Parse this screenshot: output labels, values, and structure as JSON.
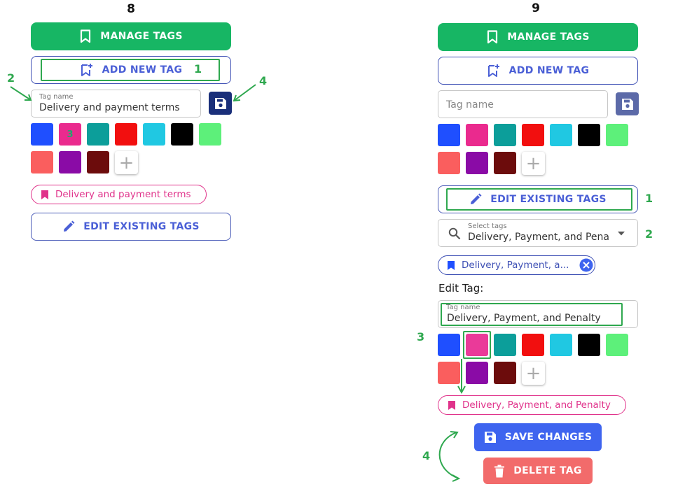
{
  "left_panel": {
    "step": "8",
    "manage_tags_label": "MANAGE TAGS",
    "add_new_tag_label": "ADD NEW TAG",
    "tag_name_label": "Tag name",
    "tag_name_value": "Delivery and payment terms",
    "swatch_colors": [
      "#1f4fff",
      "#ea2a8e",
      "#0c9e9a",
      "#f20f0f",
      "#20c8e2",
      "#000000",
      "#5df07a",
      "#fa5e5e",
      "#8a0ba6",
      "#6c0c0c"
    ],
    "selected_swatch_marker": "3",
    "chip_label": "Delivery and payment terms",
    "edit_existing_label": "EDIT EXISTING TAGS",
    "annotations": {
      "a1": "1",
      "a2": "2",
      "a4": "4"
    }
  },
  "right_panel": {
    "step": "9",
    "manage_tags_label": "MANAGE TAGS",
    "add_new_tag_label": "ADD NEW TAG",
    "tag_name_placeholder": "Tag name",
    "swatch_colors": [
      "#1f4fff",
      "#ea2a8e",
      "#0c9e9a",
      "#f20f0f",
      "#20c8e2",
      "#000000",
      "#5df07a",
      "#fa5e5e",
      "#8a0ba6",
      "#6c0c0c"
    ],
    "edit_existing_label": "EDIT EXISTING TAGS",
    "select_label": "Select tags",
    "select_value": "Delivery, Payment, and Pena",
    "selected_chip_label": "Delivery, Payment, a...",
    "edit_tag_heading": "Edit Tag:",
    "edit_tag_name_label": "Tag name",
    "edit_tag_name_value": "Delivery, Payment, and Penalty",
    "edit_swatch_colors": [
      "#1f4fff",
      "#ea3a99",
      "#0c9e9a",
      "#f20f0f",
      "#20c8e2",
      "#000000",
      "#5df07a",
      "#fa5e5e",
      "#8a0ba6",
      "#6c0c0c"
    ],
    "result_chip_label": "Delivery, Payment, and Penalty",
    "save_changes_label": "SAVE CHANGES",
    "delete_tag_label": "DELETE TAG",
    "annotations": {
      "a1": "1",
      "a2": "2",
      "a3": "3",
      "a4": "4"
    }
  },
  "icons": [
    "bookmark-icon",
    "bookmark-plus-icon",
    "save-icon",
    "pencil-icon",
    "search-icon",
    "dropdown-arrow-icon",
    "close-circle-icon",
    "trash-icon",
    "plus-icon"
  ],
  "colors": {
    "green": "#17b664",
    "outline_blue": "#3f51b5",
    "text_blue": "#4a5fd6",
    "pink": "#e0338b",
    "save_blue": "#3e64ef",
    "delete_red": "#f26b6b",
    "annotation_green": "#2fa84f",
    "dark_navy": "#1a2f7a"
  }
}
